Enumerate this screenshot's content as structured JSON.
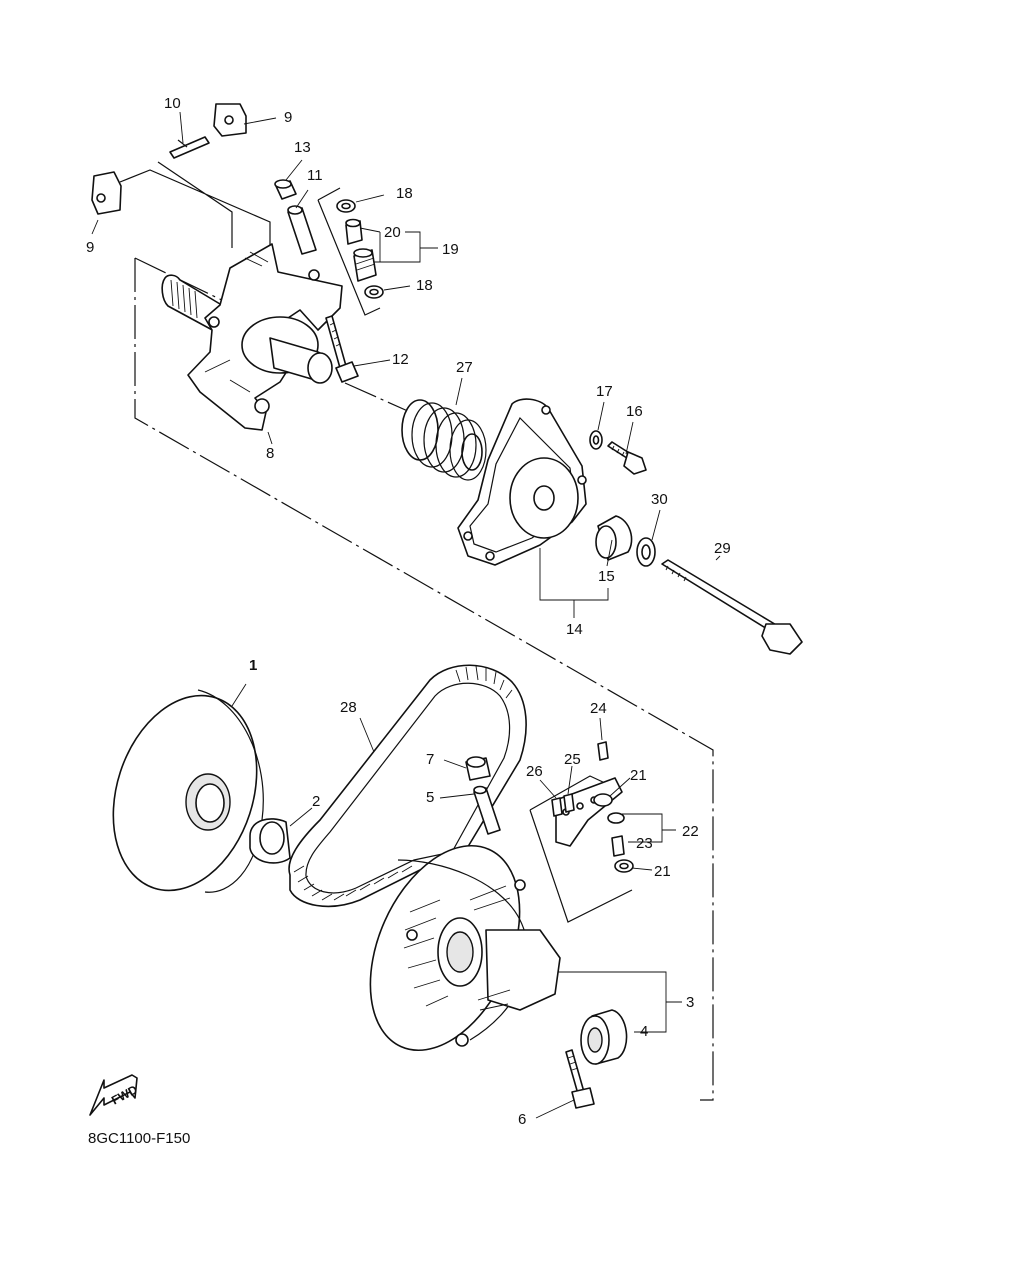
{
  "diagram_code": "8GC1100-F150",
  "fwd_label": "FWD",
  "callouts": {
    "c1": "1",
    "c2": "2",
    "c3": "3",
    "c4": "4",
    "c5": "5",
    "c6": "6",
    "c7": "7",
    "c8": "8",
    "c9a": "9",
    "c9b": "9",
    "c10": "10",
    "c11": "11",
    "c12": "12",
    "c13": "13",
    "c14": "14",
    "c15": "15",
    "c16": "16",
    "c17": "17",
    "c18a": "18",
    "c18b": "18",
    "c19": "19",
    "c20": "20",
    "c21a": "21",
    "c21b": "21",
    "c22": "22",
    "c23": "23",
    "c24": "24",
    "c25": "25",
    "c26": "26",
    "c27": "27",
    "c28": "28",
    "c29": "29",
    "c30": "30"
  },
  "colors": {
    "line": "#111111",
    "background": "#ffffff"
  }
}
